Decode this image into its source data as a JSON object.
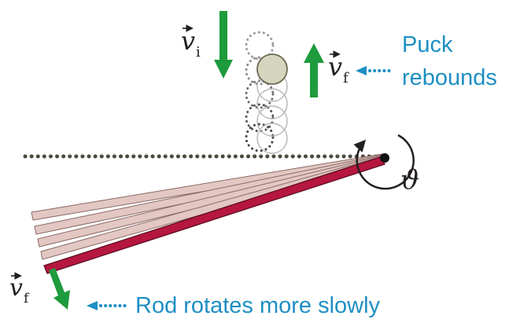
{
  "labels": {
    "v_initial": {
      "symbol": "v",
      "subscript": "i"
    },
    "v_final_puck": {
      "symbol": "v",
      "subscript": "f"
    },
    "v_final_rod": {
      "symbol": "v",
      "subscript": "f"
    },
    "theta": "ϑ",
    "puck_note_line1": "Puck",
    "puck_note_line2": "rebounds",
    "rod_note": "Rod rotates more slowly"
  },
  "colors": {
    "arrow_green": "#1e9b3c",
    "annotation_cyan": "#1e8fc3",
    "rod_red": "#b5173f",
    "rod_ghost": "#e3c7c2",
    "puck_fill": "#d6d6be",
    "dotted_gray": "#4a4a40"
  },
  "icons": [
    "down-arrow-icon",
    "up-arrow-icon",
    "rotation-arrow-icon",
    "dotted-left-arrow-icon"
  ]
}
